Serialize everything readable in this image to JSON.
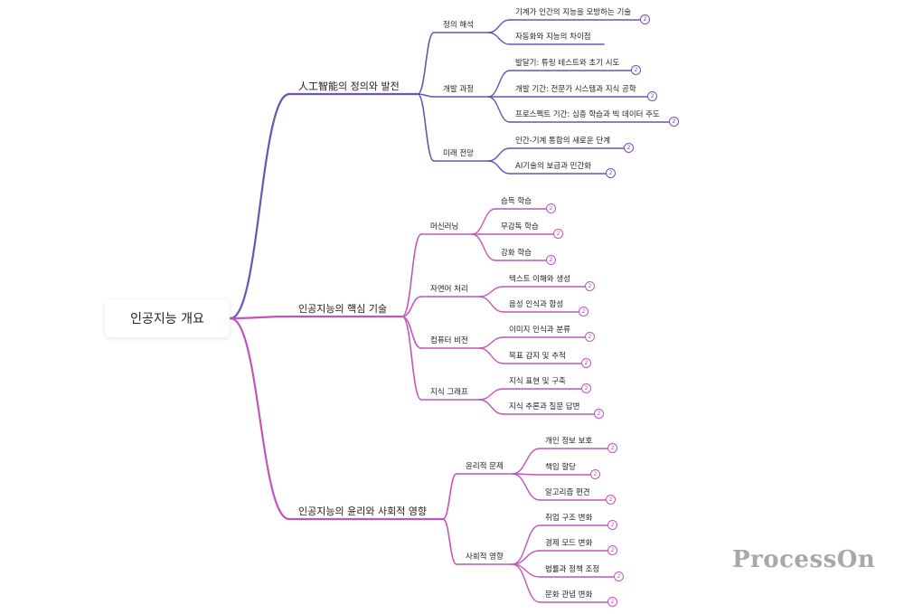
{
  "root": {
    "label": "인공지능 개요"
  },
  "colors": {
    "purple": "#6b52b3",
    "magenta": "#c455b8"
  },
  "badge_text": "2",
  "watermark": "ProcessOn",
  "branches": [
    {
      "label": "人工智能의 정의와 발전",
      "color": "purple",
      "groups": [
        {
          "label": "정의 해석",
          "items": [
            {
              "label": "기계가 인간의 지능을 모방하는 기술",
              "badge": true
            },
            {
              "label": "자동화와 지능의 차이점",
              "badge": false
            }
          ]
        },
        {
          "label": "개발 과정",
          "items": [
            {
              "label": "발달기: 튜링 테스트와 초기 시도",
              "badge": true
            },
            {
              "label": "개발 기간: 전문가 시스템과 지식 공학",
              "badge": true
            },
            {
              "label": "프로스펙트 기간: 심층 학습과 빅 데이터 주도",
              "badge": true
            }
          ]
        },
        {
          "label": "미래 전망",
          "items": [
            {
              "label": "인간-기계 통합의 새로운 단계",
              "badge": true
            },
            {
              "label": "AI기술의 보급과 민간화",
              "badge": true
            }
          ]
        }
      ]
    },
    {
      "label": "인공지능의 핵심 기술",
      "color": "magenta",
      "groups": [
        {
          "label": "머신러닝",
          "items": [
            {
              "label": "습득 학습",
              "badge": true
            },
            {
              "label": "무감독 학습",
              "badge": true
            },
            {
              "label": "강화 학습",
              "badge": true
            }
          ]
        },
        {
          "label": "자연어 처리",
          "items": [
            {
              "label": "텍스트 이해와 생성",
              "badge": true
            },
            {
              "label": "음성 인식과 합성",
              "badge": true
            }
          ]
        },
        {
          "label": "컴퓨터 비전",
          "items": [
            {
              "label": "이미지 인식과 분류",
              "badge": true
            },
            {
              "label": "목표 감지 및 추적",
              "badge": true
            }
          ]
        },
        {
          "label": "지식 그래프",
          "items": [
            {
              "label": "지식 표현 및 구축",
              "badge": true
            },
            {
              "label": "지식 추론과 질문 답변",
              "badge": true
            }
          ]
        }
      ]
    },
    {
      "label": "인공지능의 윤리와 사회적 영향",
      "color": "magenta",
      "groups": [
        {
          "label": "윤리적 문제",
          "items": [
            {
              "label": "개인 정보 보호",
              "badge": true
            },
            {
              "label": "책임 할당",
              "badge": true
            },
            {
              "label": "알고리즘 편견",
              "badge": true
            }
          ]
        },
        {
          "label": "사회적 영향",
          "items": [
            {
              "label": "취업 구조 변화",
              "badge": true
            },
            {
              "label": "경제 모드 변화",
              "badge": true
            },
            {
              "label": "법률과 정책 조정",
              "badge": true
            },
            {
              "label": "문화 관념 변화",
              "badge": true
            }
          ]
        }
      ]
    }
  ]
}
